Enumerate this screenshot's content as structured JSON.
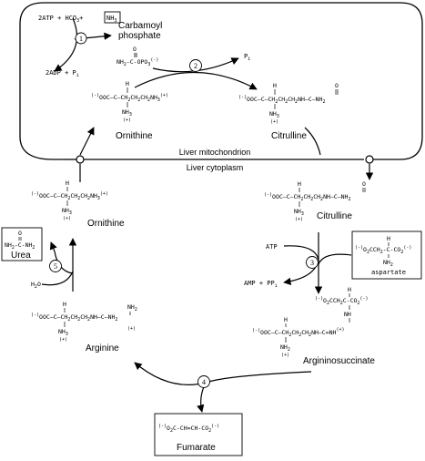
{
  "compartments": {
    "mitochondrion": "Liver mitochondrion",
    "cytoplasm": "Liver cytoplasm"
  },
  "steps": [
    "1",
    "2",
    "3",
    "4",
    "5"
  ],
  "step1": {
    "reactants": "2ATP + HCO",
    "reactants_sub": "3",
    "reactants_plus": "+",
    "nh3": "NH",
    "nh3_sub": "3",
    "products": "2ADP + P",
    "products_sub": "i"
  },
  "carbamoyl_phosphate": {
    "label_line1": "Carbamoyl",
    "label_line2": "phosphate",
    "o": "O",
    "formula": "NH",
    "formula_sub": "2",
    "formula_rest": "-C-OPO",
    "formula_sub2": "3",
    "charge": "(-)"
  },
  "step2": {
    "product": "P",
    "product_sub": "i"
  },
  "ornithine_mito": {
    "label": "Ornithine",
    "charge_left": "(-)",
    "backbone": "OOC",
    "h": "H",
    "chain": "—C—CH",
    "chain_sub": "2",
    "chain2": "CH",
    "chain2_sub": "2",
    "chain3": "CH",
    "chain3_sub": "2",
    "chain4": "NH",
    "chain4_sub": "3",
    "charge_right": "(+)",
    "nh3": "NH",
    "nh3_sub": "3",
    "nh3_charge": "(+)"
  },
  "citrulline": {
    "label_mito": "Citrulline",
    "label_cyto": "Citrulline",
    "charge_left": "(-)",
    "backbone": "OOC",
    "h": "H",
    "chain": "—C—CH",
    "chain_sub": "2",
    "chain2": "CH",
    "chain2_sub": "2",
    "chain3": "CH",
    "chain3_sub": "2",
    "chain4": "NH—C—NH",
    "chain4_sub": "2",
    "o": "O",
    "nh3": "NH",
    "nh3_sub": "3",
    "nh3_charge": "(+)"
  },
  "ornithine_cyto": {
    "label": "Ornithine"
  },
  "urea": {
    "label": "Urea",
    "o": "O",
    "formula": "NH",
    "formula_sub": "2",
    "formula_mid": "-C-NH",
    "formula_sub2": "2"
  },
  "step5": {
    "water": "H",
    "water_sub": "2",
    "water_rest": "O"
  },
  "aspartate": {
    "label": "aspartate",
    "charge_left": "(-)",
    "h": "H",
    "formula": "O",
    "formula_sub": "2",
    "formula_rest": "CCH",
    "formula_sub2": "2",
    "formula_rest2": "-C-CO",
    "formula_sub3": "2",
    "charge_right": "(-)",
    "nh2": "NH",
    "nh2_sub": "2"
  },
  "step3": {
    "atp": "ATP",
    "amp": "AMP + PP",
    "amp_sub": "i"
  },
  "argininosuccinate": {
    "label": "Argininosuccinate",
    "charge_left": "(-)",
    "top_formula": "O",
    "top_sub": "2",
    "top_rest": "CCH",
    "top_sub2": "2",
    "top_rest2": "C",
    "h": "H",
    "co2": "-CO",
    "co2_sub": "2",
    "co2_charge": "(-)",
    "nh3": "NH",
    "backbone": "OOC",
    "chain": "—C—CH",
    "chain_sub": "2",
    "chain2": "CH",
    "chain2_sub": "2",
    "chain3": "CH",
    "chain3_sub": "2",
    "chain4": "NH—C=NH",
    "chain4_plus": "(+)",
    "chain4_sub": "2",
    "nh": "NH",
    "nh_sub": "2",
    "nh_charge": "(+)"
  },
  "arginine": {
    "label": "Arginine",
    "charge_left": "(-)",
    "backbone": "OOC",
    "chain": "—C—CH",
    "chain_sub": "2",
    "chain2": "CH",
    "chain2_sub": "2",
    "chain3": "CH",
    "chain3_sub": "2",
    "chain4": "NH—C—NH",
    "chain4_sub": "2",
    "h": "H",
    "nh2": "NH",
    "nh2_sub": "2",
    "nh2_bot": "NH",
    "nh2_bot_sub": "3",
    "nh2_charge": "(+)",
    "guan_charge": "(+)"
  },
  "fumarate": {
    "label": "Fumarate",
    "charge_left": "(-)",
    "formula": "O",
    "formula_sub": "2",
    "formula_rest": "C-CH=CH-CO",
    "formula_sub2": "2",
    "charge_right": "(-)"
  }
}
